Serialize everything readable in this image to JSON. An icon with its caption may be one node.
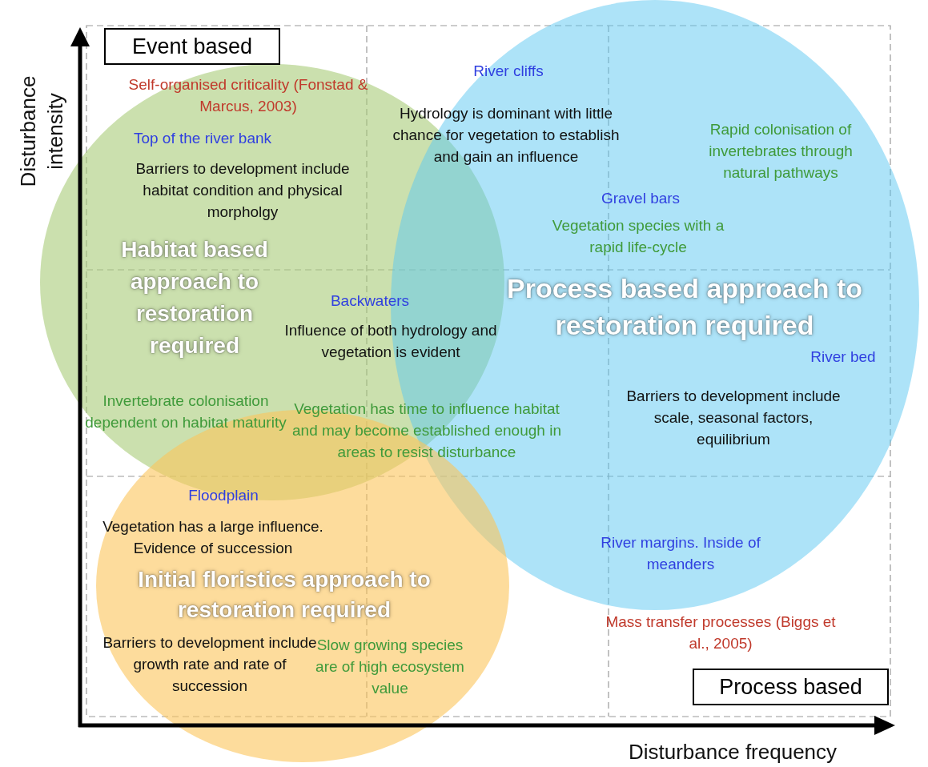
{
  "diagram": {
    "nodes": [
      {
        "text": [
          "Habitat based approach to restoration required"
        ]
      },
      {
        "text": [
          "Process based approach to restoration required"
        ]
      },
      {
        "text": [
          "Initial floristics approach to restoration required"
        ]
      },
      {
        "text": [
          "Event based"
        ]
      },
      {
        "text": [
          "Process based"
        ]
      }
    ],
    "labels": [
      "Disturbance intensity",
      "Disturbance frequency",
      "Self-organised criticality (Fonstad & Marcus, 2003)",
      "Top of the river bank",
      "Barriers to development include habitat condition and physical morpholgy",
      "River cliffs",
      "Hydrology is dominant with little chance for vegetation to establish and gain an influence",
      "Rapid colonisation of invertebrates through natural pathways",
      "Gravel bars",
      "Vegetation species with a rapid life-cycle",
      "Backwaters",
      "Influence of both hydrology and vegetation is evident",
      "River bed",
      "Barriers to development include scale, seasonal factors, equilibrium",
      "Invertebrate colonisation dependent on habitat maturity",
      "Vegetation has time to influence habitat and may become established enough in areas to resist disturbance",
      "Floodplain",
      "Vegetation has a large influence. Evidence of succession",
      "River margins. Inside of meanders",
      "Mass transfer processes (Biggs et al., 2005)",
      "Barriers to development include growth rate and rate of succession",
      "Slow growing species are of high ecosystem value"
    ]
  }
}
